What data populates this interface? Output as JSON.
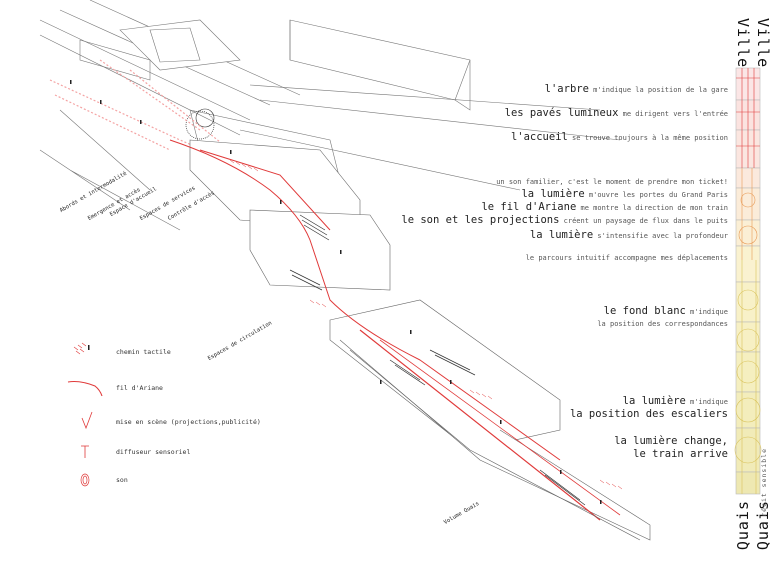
{
  "top_label": "Ville",
  "bottom_label": "Quais",
  "side_note": "récit sensible",
  "colors": {
    "accent": "#e03a3a",
    "pink": "#f4a3a3",
    "orange": "#e89a55",
    "yellow": "#d9c25a",
    "line": "#555555"
  },
  "captions": [
    {
      "hl": "l'arbre",
      "rest": " m'indique la position de la gare"
    },
    {
      "hl": "les pavés lumineux",
      "rest": " me dirigent vers l'entrée"
    },
    {
      "hl": "l'accueil",
      "rest": " se trouve toujours à la même position"
    },
    {
      "lines": [
        {
          "pre": "un son familier, c'est le moment de prendre mon ticket!",
          "hl": "",
          "rest": ""
        },
        {
          "pre": "",
          "hl": "la lumière",
          "rest": " m'ouvre les portes du Grand Paris"
        },
        {
          "pre": "",
          "hl": "le fil d'Ariane",
          "rest": " me montre la direction de mon train"
        },
        {
          "pre": "",
          "hl": "le son et les projections",
          "rest": " créent un paysage de flux dans le puits"
        }
      ]
    },
    {
      "hl": "la lumière",
      "rest": " s'intensifie avec la profondeur"
    },
    {
      "hl": "",
      "rest": "le parcours intuitif accompagne mes déplacements"
    },
    {
      "lines": [
        {
          "pre": "",
          "hl": "le fond blanc",
          "rest": " m'indique"
        },
        {
          "pre": "",
          "hl": "",
          "rest": "la position des correspondances"
        }
      ]
    },
    {
      "lines": [
        {
          "pre": "",
          "hl": "la lumière",
          "rest": " m'indique"
        },
        {
          "pre": "",
          "hl": "la position des escaliers",
          "rest": ""
        }
      ]
    },
    {
      "lines": [
        {
          "pre": "",
          "hl": "la lumière change,",
          "rest": ""
        },
        {
          "pre": "",
          "hl": "le train arrive",
          "rest": ""
        }
      ]
    }
  ],
  "legend": [
    {
      "icon": "tactile-path-icon",
      "label": "chemin tactile"
    },
    {
      "icon": "ariadne-thread-icon",
      "label": "fil d'Ariane"
    },
    {
      "icon": "projection-icon",
      "label": "mise en scène (projections,publicité)"
    },
    {
      "icon": "sensor-diffuser-icon",
      "label": "diffuseur sensoriel"
    },
    {
      "icon": "sound-icon",
      "label": "son"
    }
  ],
  "zones": [
    "Abords et intermodalité",
    "Emergence et accès",
    "Espace d'accueil",
    "Espaces de services",
    "Contrôle d'accès",
    "Espaces de circulation",
    "Volume Quais"
  ]
}
